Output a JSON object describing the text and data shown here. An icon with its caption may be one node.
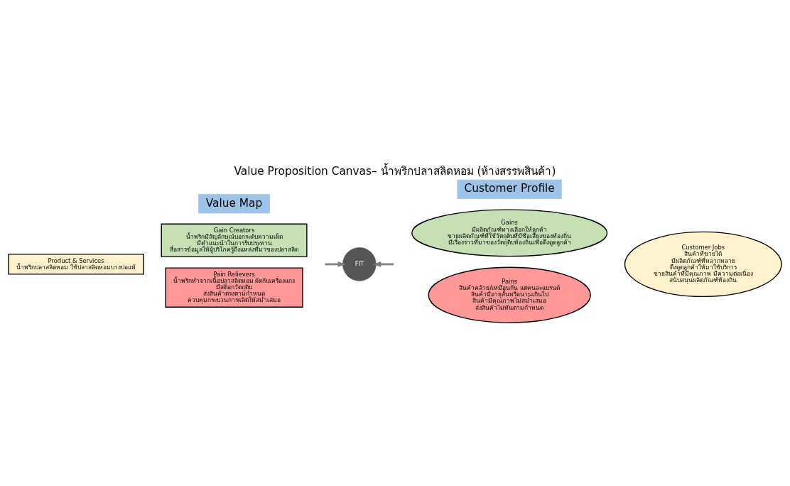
{
  "diagram": {
    "title": "Value Proposition Canvas– น้ำพริกปลาสลิดหอม (ห้างสรรพสินค้า)",
    "nodes": [
      {
        "text": [
          "Value Map"
        ]
      },
      {
        "text": [
          "Product & Services",
          "น้ำพริกปลาสลิดหอม ใช้ปลาสลิดหอมบางบ่อแท้"
        ]
      },
      {
        "text": [
          "Gain Creators",
          "น้ำพริกมีสัญลักษณ์บอกระดับความเผ็ด",
          "มีคำแนะนำในการรับประทาน",
          "สื่อสารข้อมูลให้ผู้บริโภครู้ถึงแหล่งที่มาของปลาสลิด"
        ]
      },
      {
        "text": [
          "Pain Relievers",
          "น้ำพริกทำจากเนื้อปลาสลิดหอม ผัดกับเครื่องแกง",
          "มีสต็อกวัตถุดิบ",
          "ส่งสินค้าตรงตามกำหนด",
          "ควบคุมกระบวนการผลิตให้สม่ำเสมอ"
        ]
      },
      {
        "text": [
          "FIT"
        ]
      },
      {
        "text": [
          "Customer Profile"
        ]
      },
      {
        "text": [
          "Gains",
          "มีผลิตภัณฑ์ทางเลือกให้ลูกค้า",
          "ขายผลิตภัณฑ์ที่ใช้วัตถุดิบที่มีชื่อเสียงของท้องถิ่น",
          "มีเรื่องราวที่มาของวัตถุดิบท้องถิ่นเพื่อดึงดูดลูกค้า"
        ]
      },
      {
        "text": [
          "Pains",
          "สินค้าคล้าย/เหมือนกัน แต่คนละแบรนด์",
          "สินค้ามีอายุสั้นหรือนานเกินไป",
          "สินค้ามีคุณภาพไม่สม่ำเสมอ",
          "ส่งสินค้าไม่ทันตามกำหนด"
        ]
      },
      {
        "text": [
          "Customer Jobs",
          "สินค้าที่ขายได้",
          "มีผลิตภัณฑ์ที่หลากหลาย",
          "ดึงดูดลูกค้าให้มาใช้บริการ",
          "ขายสินค้าที่มีคุณภาพ มีความต่อเนื่อง",
          "สนับสนุนผลิตภัณฑ์ท้องถิ่น"
        ]
      }
    ],
    "edges": [
      {
        "from": null,
        "to": 4,
        "arrow": "to"
      },
      {
        "from": null,
        "to": 4,
        "arrow": "to"
      }
    ]
  }
}
